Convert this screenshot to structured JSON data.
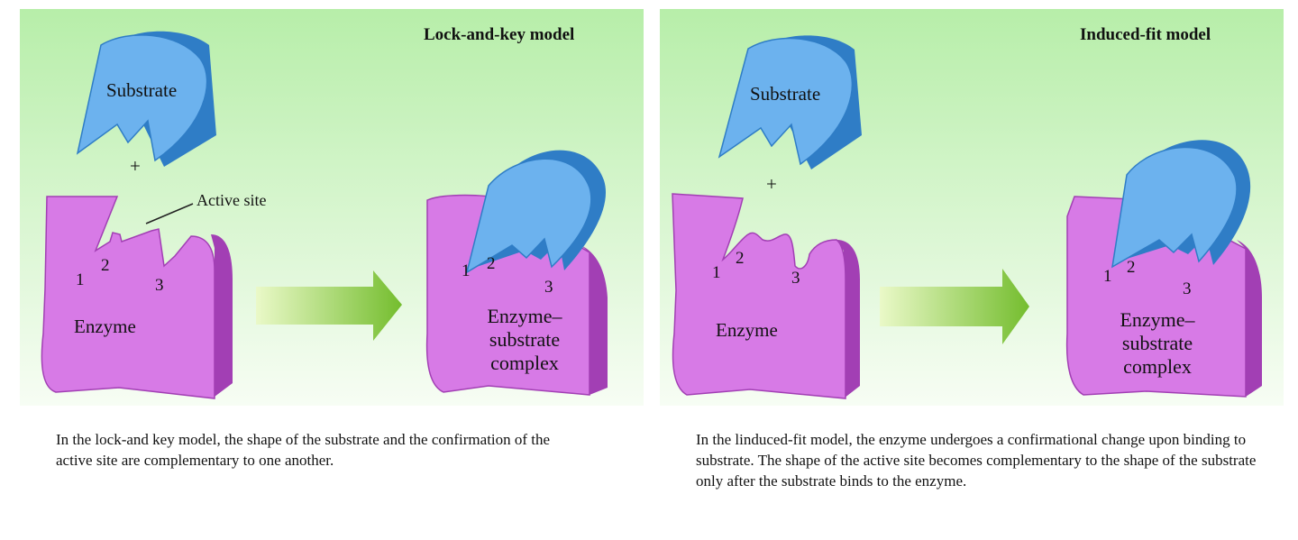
{
  "left": {
    "title": "Lock-and-key model",
    "substrate": "Substrate",
    "plus": "+",
    "active_site": "Active site",
    "n1": "1",
    "n2": "2",
    "n3": "3",
    "enzyme": "Enzyme",
    "complex": {
      "line1": "Enzyme–",
      "line2": "substrate",
      "line3": "complex",
      "n1": "1",
      "n2": "2",
      "n3": "3"
    },
    "caption": "In the lock-and key model, the shape of the substrate and the confirmation of the active site are complementary to one another."
  },
  "right": {
    "title": "Induced-fit model",
    "substrate": "Substrate",
    "plus": "+",
    "n1": "1",
    "n2": "2",
    "n3": "3",
    "enzyme": "Enzyme",
    "complex": {
      "line1": "Enzyme–",
      "line2": "substrate",
      "line3": "complex",
      "n1": "1",
      "n2": "2",
      "n3": "3"
    },
    "caption": "In the linduced-fit model, the enzyme undergoes a confirmational change upon binding to substrate. The shape of the active site becomes complementary to the shape of the substrate only after the substrate binds to the enzyme."
  },
  "colors": {
    "enzyme": "#d77ae6",
    "enzyme_dark": "#a23fb4",
    "substrate": "#6cb2ee",
    "substrate_dark": "#2f7dc6",
    "bg_top": "#b9efb0",
    "arrow": "#86c93a"
  }
}
